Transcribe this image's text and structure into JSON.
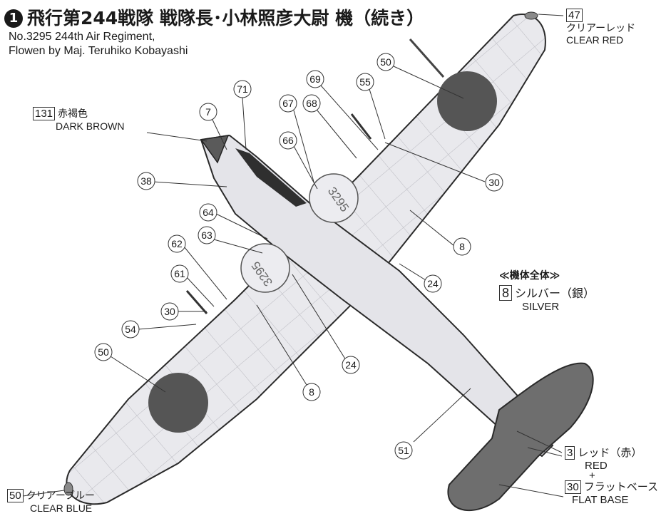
{
  "header": {
    "badge": "1",
    "title_jp": "飛行第244戦隊 戦隊長･小林照彦大尉 機（続き）",
    "subtitle_line1": "No.3295 244th Air Regiment,",
    "subtitle_line2": "Flowen by Maj. Teruhiko Kobayashi"
  },
  "color_labels": {
    "dark_brown": {
      "num": "131",
      "jp": "赤褐色",
      "en": "DARK BROWN"
    },
    "clear_red": {
      "num": "47",
      "jp": "クリアーレッド",
      "en": "CLEAR RED"
    },
    "clear_blue": {
      "num": "50",
      "jp": "クリアーブルー",
      "en": "CLEAR BLUE"
    },
    "red": {
      "num": "3",
      "jp": "レッド（赤）",
      "en": "RED"
    },
    "flat_base": {
      "num": "30",
      "jp": "フラットベース",
      "en": "FLAT BASE"
    },
    "plus": "+"
  },
  "overall": {
    "heading": "≪機体全体≫",
    "num": "8",
    "jp": "シルバー（銀）",
    "en": "SILVER"
  },
  "callouts": [
    "71",
    "7",
    "67",
    "68",
    "69",
    "55",
    "50",
    "66",
    "30",
    "38",
    "64",
    "63",
    "8",
    "24",
    "62",
    "61",
    "30",
    "54",
    "50",
    "24",
    "8",
    "51"
  ],
  "aircraft_marking": "3295",
  "colors": {
    "silver_fill": "#e8e8ec",
    "hinomaru": "#555555",
    "red_tail": "#6b6b6b",
    "ink": "#1a1a1a"
  }
}
